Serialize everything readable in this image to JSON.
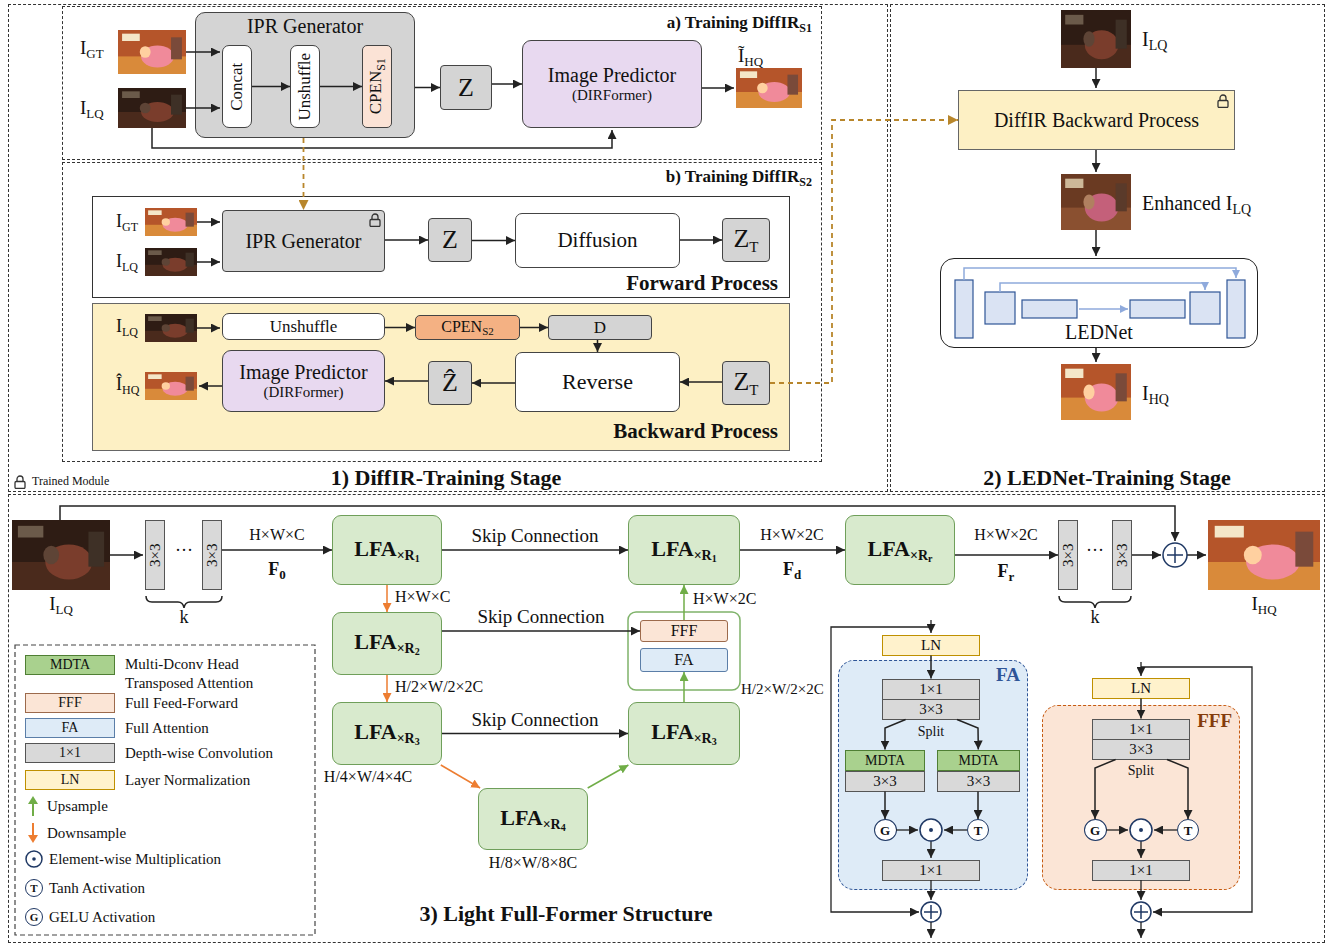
{
  "diagram": {
    "nodes": [
      {
        "text": [
          "1) DiffIR-Training Stage"
        ]
      },
      {
        "text": [
          "a) Training DiffIR",
          "S1"
        ],
        "in": 0
      },
      {
        "text": [
          "IPR Generator"
        ],
        "in": 1
      },
      {
        "text": [
          "Concat"
        ],
        "in": 2
      },
      {
        "text": [
          "Unshuffle"
        ],
        "in": 2
      },
      {
        "text": [
          "CPEN",
          "S1"
        ],
        "in": 2
      },
      {
        "text": [
          "Z"
        ],
        "in": 1
      },
      {
        "text": [
          "Image Predictor",
          "(DIRFormer)"
        ],
        "in": 1
      },
      {
        "text": [
          "b) Training DiffIR",
          "S2"
        ],
        "in": 0
      },
      {
        "text": [
          "Forward Process"
        ],
        "in": 8
      },
      {
        "text": [
          "IPR Generator"
        ],
        "in": 9
      },
      {
        "text": [
          "Z"
        ],
        "in": 9
      },
      {
        "text": [
          "Diffusion"
        ],
        "in": 9
      },
      {
        "text": [
          "Z",
          "T"
        ],
        "in": 9
      },
      {
        "text": [
          "Backward Process"
        ],
        "in": 8
      },
      {
        "text": [
          "Unshuffle"
        ],
        "in": 14
      },
      {
        "text": [
          "CPEN",
          "S2"
        ],
        "in": 14
      },
      {
        "text": [
          "D"
        ],
        "in": 14
      },
      {
        "text": [
          "Image Predictor",
          "(DIRFormer)"
        ],
        "in": 14
      },
      {
        "text": [
          "Ẑ"
        ],
        "in": 14
      },
      {
        "text": [
          "Reverse"
        ],
        "in": 14
      },
      {
        "text": [
          "Z",
          "T"
        ],
        "in": 14
      },
      {
        "text": [
          "2) LEDNet-Training Stage"
        ]
      },
      {
        "text": [
          "DiffIR Backward Process"
        ],
        "in": 22
      },
      {
        "text": [
          "LEDNet"
        ],
        "in": 22
      },
      {
        "text": [
          "3) Light Full-Former Structure"
        ]
      },
      {
        "text": [
          "3×3"
        ],
        "in": 25
      },
      {
        "text": [
          "3×3"
        ],
        "in": 25
      },
      {
        "text": [
          "LFA",
          "×R",
          "1"
        ],
        "in": 25
      },
      {
        "text": [
          "LFA",
          "×R",
          "1"
        ],
        "in": 25
      },
      {
        "text": [
          "LFA",
          "×R",
          "r"
        ],
        "in": 25
      },
      {
        "text": [
          "3×3"
        ],
        "in": 25
      },
      {
        "text": [
          "3×3"
        ],
        "in": 25
      },
      {
        "text": [
          "LFA",
          "×R",
          "2"
        ],
        "in": 25
      },
      {
        "text": [
          "FFF"
        ],
        "in": 25
      },
      {
        "text": [
          "FA"
        ],
        "in": 25
      },
      {
        "text": [
          "LFA",
          "×R",
          "3"
        ],
        "in": 25
      },
      {
        "text": [
          "LFA",
          "×R",
          "3"
        ],
        "in": 25
      },
      {
        "text": [
          "LFA",
          "×R",
          "4"
        ],
        "in": 25
      },
      {
        "text": [
          "LN"
        ],
        "in": 25
      },
      {
        "text": [
          "FA"
        ],
        "in": 25
      },
      {
        "text": [
          "1×1"
        ],
        "in": 40
      },
      {
        "text": [
          "3×3"
        ],
        "in": 40
      },
      {
        "text": [
          "MDTA"
        ],
        "in": 40
      },
      {
        "text": [
          "MDTA"
        ],
        "in": 40
      },
      {
        "text": [
          "3×3"
        ],
        "in": 40
      },
      {
        "text": [
          "3×3"
        ],
        "in": 40
      },
      {
        "text": [
          "G"
        ],
        "in": 40
      },
      {
        "text": [
          "T"
        ],
        "in": 40
      },
      {
        "text": [
          "1×1"
        ],
        "in": 40
      },
      {
        "text": [
          "LN"
        ],
        "in": 25
      },
      {
        "text": [
          "FFF"
        ],
        "in": 25
      },
      {
        "text": [
          "1×1"
        ],
        "in": 51
      },
      {
        "text": [
          "3×3"
        ],
        "in": 51
      },
      {
        "text": [
          "G"
        ],
        "in": 51
      },
      {
        "text": [
          "T"
        ],
        "in": 51
      },
      {
        "text": [
          "1×1"
        ],
        "in": 51
      }
    ],
    "edges": [
      {
        "from": 3,
        "to": 4,
        "arrow": "to"
      },
      {
        "from": 4,
        "to": 5,
        "arrow": "to"
      },
      {
        "from": 2,
        "to": 6,
        "arrow": "to"
      },
      {
        "from": 6,
        "to": 7,
        "arrow": "to"
      },
      {
        "from": 2,
        "to": 10,
        "arrow": "to"
      },
      {
        "from": 10,
        "to": 11,
        "arrow": "to"
      },
      {
        "from": 11,
        "to": 12,
        "arrow": "to"
      },
      {
        "from": 12,
        "to": 13,
        "arrow": "to"
      },
      {
        "from": 15,
        "to": 16,
        "arrow": "to"
      },
      {
        "from": 16,
        "to": 17,
        "arrow": "to"
      },
      {
        "from": 17,
        "to": 20,
        "arrow": "to"
      },
      {
        "from": 21,
        "to": 20,
        "arrow": "to"
      },
      {
        "from": 20,
        "to": 19,
        "arrow": "to"
      },
      {
        "from": 19,
        "to": 18,
        "arrow": "to"
      },
      {
        "from": 21,
        "to": 23,
        "arrow": "to"
      },
      {
        "from": 27,
        "to": 28,
        "arrow": "to"
      },
      {
        "from": 28,
        "to": 29,
        "label": "Skip Connection",
        "arrow": "to"
      },
      {
        "from": 29,
        "to": 30,
        "arrow": "to"
      },
      {
        "from": 30,
        "to": 31,
        "arrow": "to"
      },
      {
        "from": 28,
        "to": 33,
        "arrow": "to"
      },
      {
        "from": 33,
        "to": 36,
        "arrow": "to"
      },
      {
        "from": 36,
        "to": 38,
        "arrow": "to"
      },
      {
        "from": 38,
        "to": 37,
        "arrow": "to"
      },
      {
        "from": 37,
        "to": 35,
        "arrow": "to"
      },
      {
        "from": 34,
        "to": 29,
        "arrow": "to"
      },
      {
        "from": 33,
        "to": 34,
        "label": "Skip Connection",
        "arrow": "to"
      },
      {
        "from": 36,
        "to": 37,
        "label": "Skip Connection",
        "arrow": "to"
      },
      {
        "from": 39,
        "to": 41,
        "arrow": "to"
      },
      {
        "from": 42,
        "to": 43,
        "arrow": "to"
      },
      {
        "from": 42,
        "to": 44,
        "arrow": "to"
      },
      {
        "from": 45,
        "to": 47,
        "arrow": "to"
      },
      {
        "from": 46,
        "to": 48,
        "arrow": "to"
      },
      {
        "from": 50,
        "to": 52,
        "arrow": "to"
      },
      {
        "from": 53,
        "to": 54,
        "arrow": "to"
      },
      {
        "from": 53,
        "to": 55,
        "arrow": "to"
      }
    ],
    "labels": [
      "I",
      "GT",
      "I",
      "LQ",
      "Ĩ",
      "HQ",
      "I",
      "GT",
      "I",
      "LQ",
      "I",
      "LQ",
      "Î",
      "HQ",
      "I",
      "LQ",
      "Enhanced I",
      "LQ",
      "I",
      "HQ",
      "I",
      "LQ",
      "···",
      "k",
      "H×W×C",
      "F",
      "0",
      "H×W×2C",
      "F",
      "d",
      "H×W×2C",
      "F",
      "r",
      "···",
      "k",
      "I",
      "HQ",
      "H×W×C",
      "H/2×W/2×2C",
      "H/4×W/4×4C",
      "H/8×W/8×8C",
      "H×W×2C",
      "H/2×W/2×2C",
      "MDTA",
      "FFF",
      "FA",
      "1×1",
      "LN",
      "T",
      "G",
      "Split",
      "Split"
    ],
    "legend": [
      {
        "text": "Trained Module"
      },
      {
        "text": "Multi-Dconv Head Transposed Attention",
        "color": "#a9d18e"
      },
      {
        "text": "Full Feed-Forward",
        "color": "#fbe5d6"
      },
      {
        "text": "Full Attention",
        "color": "#deebf7"
      },
      {
        "text": "Depth-wise Convolution",
        "color": "#d9d9d9"
      },
      {
        "text": "Layer Normalization",
        "color": "#fff2cc"
      },
      {
        "text": "Upsample"
      },
      {
        "text": "Downsample"
      },
      {
        "text": "Element-wise Multiplication"
      },
      {
        "text": "Tanh Activation"
      },
      {
        "text": "GELU Activation"
      }
    ]
  }
}
